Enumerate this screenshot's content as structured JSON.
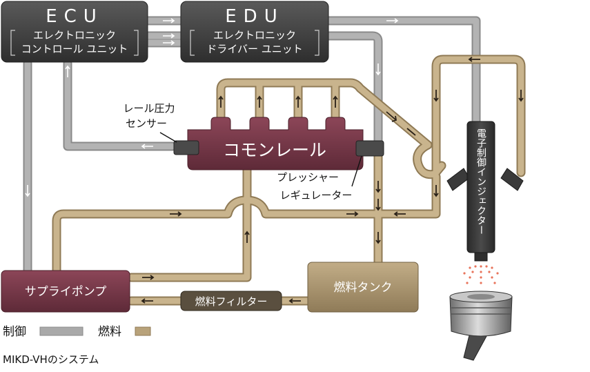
{
  "ecu": {
    "title": "ECU",
    "subtitle_line1": "エレクトロニック",
    "subtitle_line2": "コントロール ユニット"
  },
  "edu": {
    "title": "EDU",
    "subtitle_line1": "エレクトロニック",
    "subtitle_line2": "ドライバー ユニット"
  },
  "common_rail": {
    "label": "コモンレール"
  },
  "rail_pressure_sensor": {
    "line1": "レール圧力",
    "line2": "センサー"
  },
  "pressure_regulator": {
    "line1": "プレッシャー",
    "line2": "レギュレーター"
  },
  "injector": {
    "label": "電子制御インジェクター"
  },
  "supply_pump": {
    "label": "サプライポンプ"
  },
  "fuel_filter": {
    "label": "燃料フィルター"
  },
  "fuel_tank": {
    "label": "燃料タンク"
  },
  "legend": {
    "control_label": "制御",
    "fuel_label": "燃料",
    "control_color": "#a9a9a9",
    "fuel_color": "#b8a27a"
  },
  "caption": "MIKD-VHのシステム",
  "colors": {
    "control_line": "#a9a9a9",
    "control_line_edge": "#8a8a8a",
    "fuel_line": "#b8a27a",
    "fuel_line_edge": "#8f7a55",
    "unit_box": "#3f3f3f",
    "rail": "#7a3a4a",
    "pump": "#7a3a4a",
    "tank": "#a89472",
    "filter": "#5a4f3f"
  }
}
